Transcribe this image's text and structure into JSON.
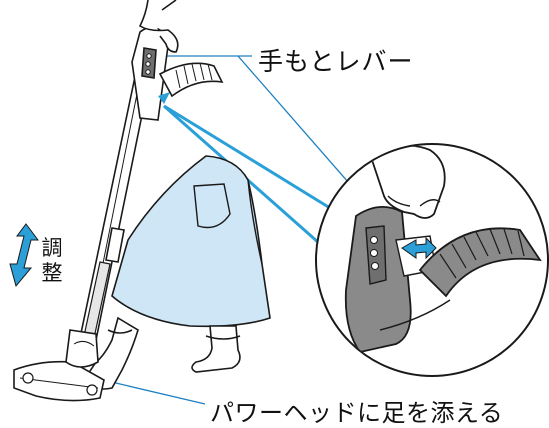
{
  "labels": {
    "hand_lever": "手もとレバー",
    "adjust_char_1": "調",
    "adjust_char_2": "整",
    "foot_on_head": "パワーヘッドに足を添える"
  },
  "colors": {
    "line": "#1a1a1a",
    "fill_light": "#ffffff",
    "fill_gray": "#8a8a8a",
    "fill_dark_gray": "#6f6f6f",
    "skirt_blue": "#cfe6f6",
    "accent_blue": "#2a9fd8",
    "callout_line": "#1d7fc2"
  }
}
